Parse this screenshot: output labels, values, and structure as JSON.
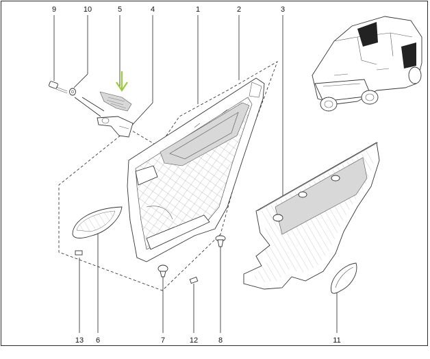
{
  "callouts": [
    {
      "id": "9",
      "label": "9"
    },
    {
      "id": "10",
      "label": "10"
    },
    {
      "id": "5",
      "label": "5"
    },
    {
      "id": "4",
      "label": "4"
    },
    {
      "id": "1",
      "label": "1"
    },
    {
      "id": "2",
      "label": "2"
    },
    {
      "id": "3",
      "label": "3"
    },
    {
      "id": "13",
      "label": "13"
    },
    {
      "id": "6",
      "label": "6"
    },
    {
      "id": "7",
      "label": "7"
    },
    {
      "id": "12",
      "label": "12"
    },
    {
      "id": "8",
      "label": "8"
    },
    {
      "id": "11",
      "label": "11"
    }
  ],
  "highlight_color": "#9acd32",
  "ink_color": "#222222"
}
